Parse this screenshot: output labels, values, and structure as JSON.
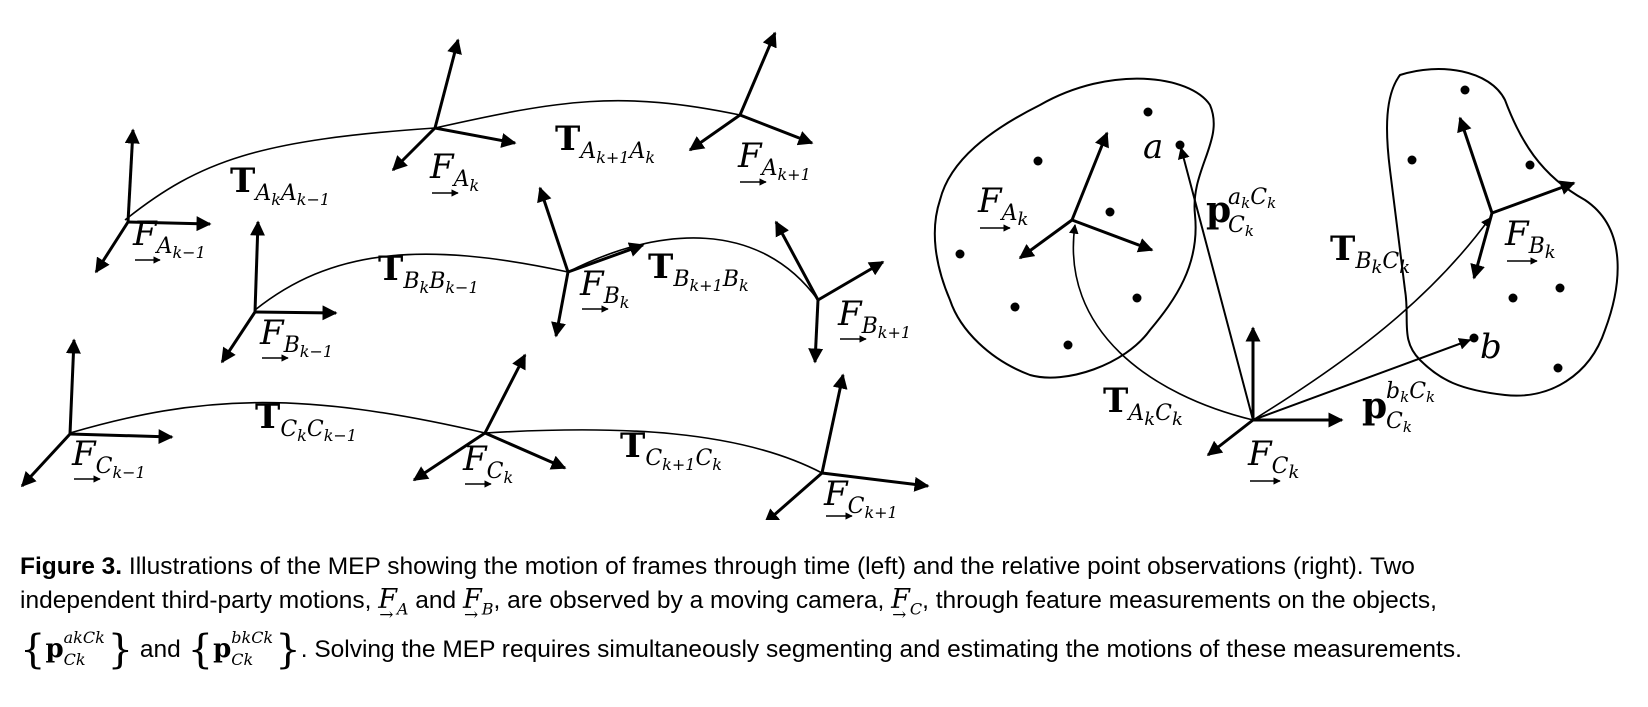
{
  "left_panel": {
    "transforms": {
      "T_AkAk-1": {
        "base": "T",
        "sub": "AkAk−1"
      },
      "T_Ak+1Ak": {
        "base": "T",
        "sub": "Ak+1Ak"
      },
      "T_BkBk-1": {
        "base": "T",
        "sub": "BkBk−1"
      },
      "T_Bk+1Bk": {
        "base": "T",
        "sub": "Bk+1Bk"
      },
      "T_CkCk-1": {
        "base": "T",
        "sub": "CkCk−1"
      },
      "T_Ck+1Ck": {
        "base": "T",
        "sub": "Ck+1Ck"
      }
    },
    "frames": {
      "A_km1": {
        "base": "F",
        "sub": "Ak−1"
      },
      "A_k": {
        "base": "F",
        "sub": "Ak"
      },
      "A_kp1": {
        "base": "F",
        "sub": "Ak+1"
      },
      "B_km1": {
        "base": "F",
        "sub": "Bk−1"
      },
      "B_k": {
        "base": "F",
        "sub": "Bk"
      },
      "B_kp1": {
        "base": "F",
        "sub": "Bk+1"
      },
      "C_km1": {
        "base": "F",
        "sub": "Ck−1"
      },
      "C_k": {
        "base": "F",
        "sub": "Ck"
      },
      "C_kp1": {
        "base": "F",
        "sub": "Ck+1"
      }
    }
  },
  "right_panel": {
    "frame_A": {
      "base": "F",
      "sub": "Ak"
    },
    "frame_B": {
      "base": "F",
      "sub": "Bk"
    },
    "frame_C": {
      "base": "F",
      "sub": "Ck"
    },
    "point_a": "a",
    "point_b": "b",
    "T_AkCk": {
      "base": "T",
      "sub": "AkCk"
    },
    "T_BkCk": {
      "base": "T",
      "sub": "BkCk"
    },
    "p_a": {
      "base": "p",
      "sup": "akCk",
      "sub": "Ck"
    },
    "p_b": {
      "base": "p",
      "sup": "bkCk",
      "sub": "Ck"
    }
  },
  "caption": {
    "label": "Figure 3.",
    "line1": "Illustrations of the MEP showing the motion of frames through time (left) and the relative point observations (right). Two",
    "line2_a": "independent third-party motions,",
    "line2_b": "and",
    "line2_c": ", are observed by a moving camera,",
    "line2_d": ", through feature measurements on the objects,",
    "line3_and": "and",
    "line3_rest": ". Solving the MEP requires simultaneously segmenting and estimating the motions of these measurements.",
    "sym_F": "F",
    "sym_A": "A",
    "sym_B": "B",
    "sym_C": "C",
    "sym_p": "p",
    "sup_a": "akCk",
    "sup_b": "bkCk",
    "sub_c": "Ck",
    "brace_open": "{",
    "brace_close": "}",
    "vec_arrow": "→"
  }
}
